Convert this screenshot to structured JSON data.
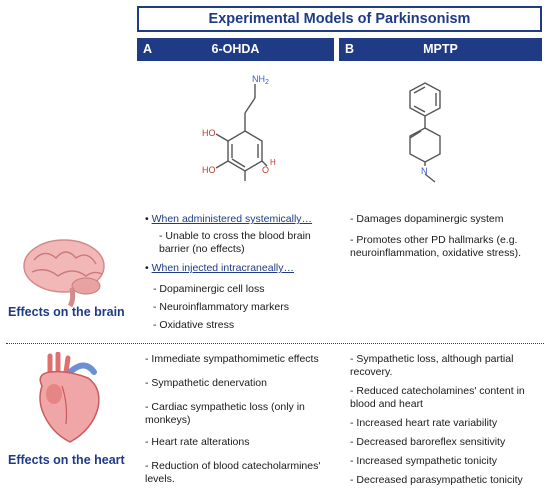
{
  "title": "Experimental Models of Parkinsonism",
  "columns": [
    {
      "letter": "A",
      "name": "6-OHDA"
    },
    {
      "letter": "B",
      "name": "MPTP"
    }
  ],
  "molecule_a": {
    "labels": [
      "NH",
      "2",
      "HO",
      "HO",
      "O",
      "H"
    ]
  },
  "molecule_b": {
    "labels": [
      "N"
    ]
  },
  "brain": {
    "label": "Effects on the brain",
    "a": {
      "bullet1": "When administered systemically…",
      "bullet1_sub": "Unable to cross the blood brain barrier (no effects)",
      "bullet2": "When injected intracraneally…",
      "items": [
        "- Dopaminergic cell loss",
        "- Neuroinflammatory markers",
        "- Oxidative stress"
      ]
    },
    "b": {
      "items": [
        "- Damages dopaminergic system",
        "- Promotes other PD hallmarks (e.g. neuroinflammation, oxidative stress)."
      ]
    }
  },
  "heart": {
    "label": "Effects on the heart",
    "a": {
      "items": [
        "- Immediate sympathomimetic effects",
        "- Sympathetic denervation",
        "- Cardiac sympathetic loss (only in monkeys)",
        "- Heart rate alterations",
        "- Reduction of blood catecholarmines' levels."
      ]
    },
    "b": {
      "items": [
        "- Sympathetic loss, although partial recovery.",
        "- Reduced catecholamines' content in blood and heart",
        "- Increased heart rate variability",
        "- Decreased baroreflex sensitivity",
        "- Increased sympathetic tonicity",
        "- Decreased parasympathetic tonicity"
      ]
    }
  },
  "colors": {
    "accent": "#1f3b86",
    "brain": "#f2b8b8",
    "heart": "#e07070"
  }
}
